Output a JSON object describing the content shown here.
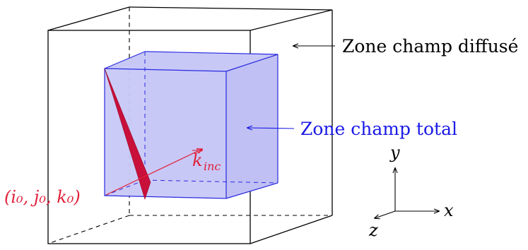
{
  "labels": {
    "scattered_zone": "Zone champ diffusé",
    "total_zone": "Zone champ total",
    "origin": "(i₀, j₀, k₀)",
    "wave_vector": "k",
    "wave_vector_sub": "inc",
    "axis_x": "x",
    "axis_y": "y",
    "axis_z": "z"
  },
  "colors": {
    "outer_box": "#000000",
    "inner_box_stroke": "#2a2ae0",
    "inner_box_fill": "#c8c8f7",
    "total_label": "#1a1ae6",
    "wave": "#e0203a",
    "wedge": "#c8103a",
    "text": "#000000"
  }
}
